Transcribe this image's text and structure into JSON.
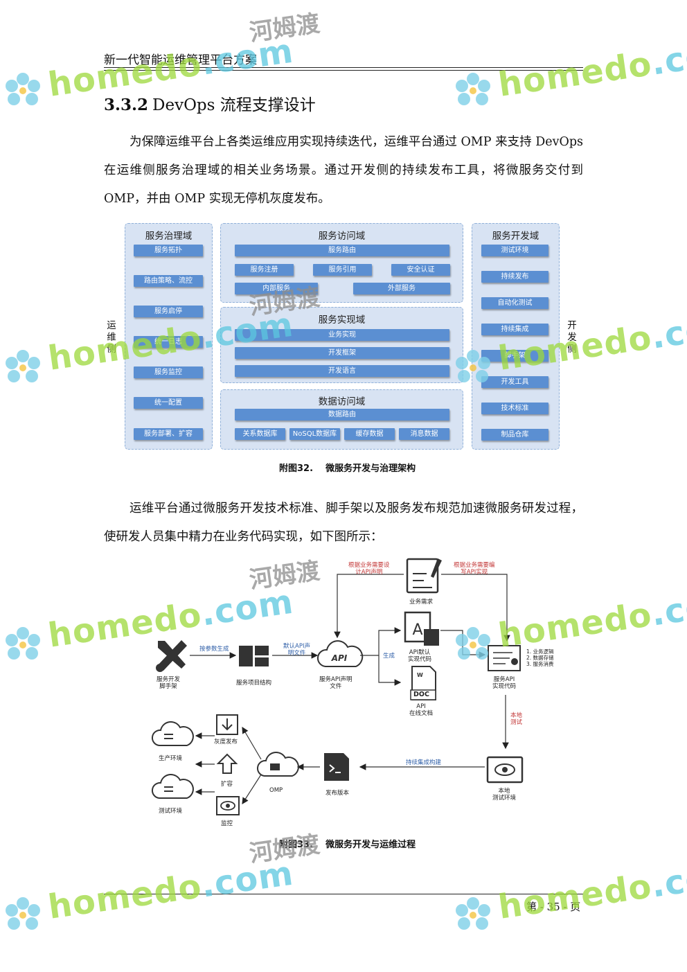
{
  "header": {
    "title": "新一代智能运维管理平台方案"
  },
  "section": {
    "number": "3.3.2",
    "title": "DevOps 流程支撑设计"
  },
  "paragraph1": "为保障运维平台上各类运维应用实现持续迭代，运维平台通过 OMP 来支持 DevOps 在运维侧服务治理域的相关业务场景。通过开发侧的持续发布工具，将微服务交付到 OMP，并由 OMP 实现无停机灰度发布。",
  "figure32": {
    "left_side_label": "运维侧",
    "right_side_label": "开发侧",
    "governance": {
      "title": "服务治理域",
      "items": [
        "服务拓扑",
        "路由策略、流控",
        "服务启停",
        "统一日志",
        "服务监控",
        "统一配置",
        "服务部署、扩容"
      ]
    },
    "access": {
      "title": "服务访问域",
      "routing": "服务路由",
      "row2": [
        "服务注册",
        "服务引用",
        "安全认证"
      ],
      "row3": [
        "内部服务",
        "外部服务"
      ]
    },
    "implementation": {
      "title": "服务实现域",
      "items": [
        "业务实现",
        "开发框架",
        "开发语言"
      ]
    },
    "data_access": {
      "title": "数据访问域",
      "routing": "数据路由",
      "items": [
        "关系数据库",
        "NoSQL数据库",
        "缓存数据",
        "消息数据"
      ]
    },
    "development": {
      "title": "服务开发域",
      "items": [
        "测试环境",
        "持续发布",
        "自动化测试",
        "持续集成",
        "脚手架",
        "开发工具",
        "技术标准",
        "制品仓库"
      ]
    },
    "caption": "附图32.    微服务开发与治理架构"
  },
  "paragraph2": "运维平台通过微服务开发技术标准、脚手架以及服务发布规范加速微服务研发过程，使研发人员集中精力在业务代码实现，如下图所示：",
  "figure33": {
    "scaffold": [
      "服务开发",
      "脚手架"
    ],
    "edge_generate_by_params": "按参数生成",
    "project_structure": "服务项目结构",
    "edge_default_api": [
      "默认API声",
      "明文件"
    ],
    "api_decl": [
      "服务API声明",
      "文件"
    ],
    "edge_design_api": [
      "根据业务需要设",
      "计API声明"
    ],
    "business_req": "业务需求",
    "edge_write_api": [
      "根据业务需要编",
      "写API实现"
    ],
    "edge_generate": "生成",
    "api_default_code": [
      "API默认",
      "实现代码"
    ],
    "api_doc": [
      "API",
      "在线文档"
    ],
    "doc_badge": "DOC",
    "impl_code": [
      "服务API",
      "实现代码"
    ],
    "impl_list": [
      "1.  业务逻辑",
      "2.  数据存储",
      "3.  服务消费"
    ],
    "edge_local_test": [
      "本地",
      "测试"
    ],
    "local_env": [
      "本地",
      "测试环境"
    ],
    "edge_ci": "持续集成构建",
    "release": "发布版本",
    "omp": "OMP",
    "gray": "灰度发布",
    "scale": "扩容",
    "monitor": "监控",
    "prod_env": "生产环境",
    "test_env": "测试环境",
    "caption": "附图33.    微服务开发与运维过程"
  },
  "footer": {
    "page": "第 - 35 - 页"
  },
  "watermark": {
    "en_home": "home",
    "en_do": "do",
    "en_com": ".com",
    "cn": "河姆渡"
  }
}
